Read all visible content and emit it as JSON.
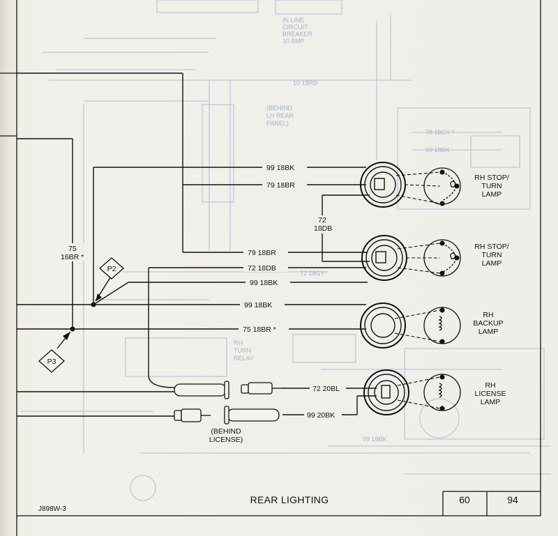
{
  "title": "REAR LIGHTING",
  "figure_id": "J898W-3",
  "page_numbers": [
    "60",
    "94"
  ],
  "splices": [
    {
      "label": "P2"
    },
    {
      "label": "P3"
    }
  ],
  "wires": {
    "w75_16br": "75",
    "w75_16br_gauge": "16BR *",
    "w72_18db_vert_a": "72",
    "w72_18db_vert_b": "18DB",
    "w99_18bk_top": "99 18BK",
    "w79_18br_top": "79 18BR",
    "w79_18br_mid": "79 18BR",
    "w72_18db": "72 18DB",
    "w99_18bk_mid": "99 18BK",
    "w99_18bk_backup": "99 18BK",
    "w75_18br": "75 18BR *",
    "w72_20bl": "72 20BL",
    "w99_20bk": "99 20BK"
  },
  "lamps": [
    {
      "label_lines": [
        "RH STOP/",
        "TURN",
        "LAMP"
      ]
    },
    {
      "label_lines": [
        "RH STOP/",
        "TURN",
        "LAMP"
      ]
    },
    {
      "label_lines": [
        "RH",
        "BACKUP",
        "LAMP"
      ]
    },
    {
      "label_lines": [
        "RH",
        "LICENSE",
        "LAMP"
      ]
    }
  ],
  "connector_note": [
    "(BEHIND",
    "LICENSE)"
  ],
  "ghost_labels": [
    "IN LINE",
    "CIRCUIT",
    "BREAKER",
    "10 AMP",
    "(BEHIND",
    "LH REAR",
    "PANEL)",
    "RH",
    "TURN",
    "RELAY",
    "10 18RD",
    "78 18GY *",
    "99 18BK",
    "72 18GY",
    "99 18BK"
  ]
}
